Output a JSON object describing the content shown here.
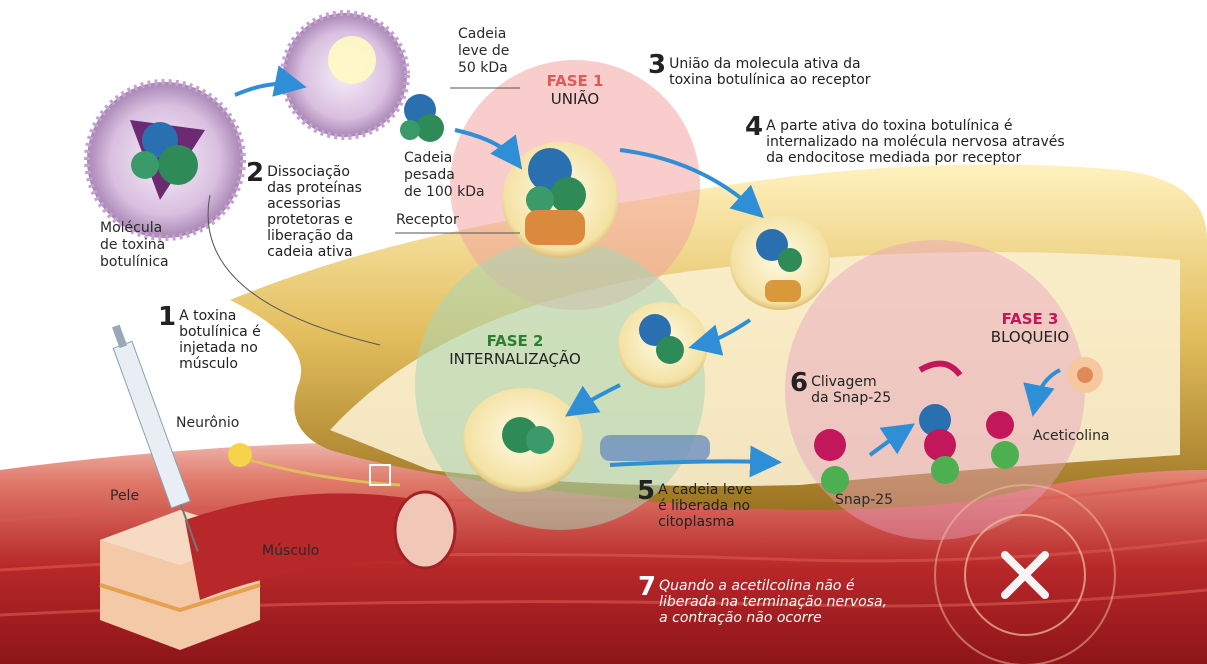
{
  "labels": {
    "cadeia_leve": "Cadeia\nleve de\n50 kDa",
    "cadeia_pesada": "Cadeia\npesada\nde 100 kDa",
    "receptor": "Receptor",
    "molecula": "Molécula\nde toxina\nbotulínica",
    "neuronio": "Neurônio",
    "pele": "Pele",
    "musculo": "Músculo",
    "snap25": "Snap-25",
    "aceticolina": "Aceticolina"
  },
  "phases": [
    {
      "title": "FASE 1",
      "subtitle": "UNIÃO",
      "color": "#e05a5a"
    },
    {
      "title": "FASE 2",
      "subtitle": "INTERNALIZAÇÃO",
      "color": "#2e7d32"
    },
    {
      "title": "FASE 3",
      "subtitle": "BLOQUEIO",
      "color": "#c2185b"
    }
  ],
  "steps": [
    {
      "n": "1",
      "text": "A toxina\nbotulínica é\ninjetada no\nmúsculo"
    },
    {
      "n": "2",
      "text": "Dissociação\ndas proteínas\nacessorias\nprotetoras e\nliberação da\ncadeia ativa"
    },
    {
      "n": "3",
      "text": "União da molecula ativa da\ntoxina botulínica ao receptor"
    },
    {
      "n": "4",
      "text": "A parte ativa do toxina botulínica é\ninternalizado na molécula nervosa através\nda endocitose mediada por receptor"
    },
    {
      "n": "5",
      "text": "A cadeia leve\né liberada no\ncitoplasma"
    },
    {
      "n": "6",
      "text": "Clivagem\nda Snap-25"
    },
    {
      "n": "7",
      "text": "Quando a acetilcolina não é\nliberada na terminação nervosa,\na contração não ocorre"
    }
  ],
  "colors": {
    "muscle": "#b3262a",
    "nerve": "#e8c96a",
    "arrow": "#2f8fd6",
    "toxin_blue": "#2a6fb0",
    "toxin_green": "#2e8b57"
  }
}
